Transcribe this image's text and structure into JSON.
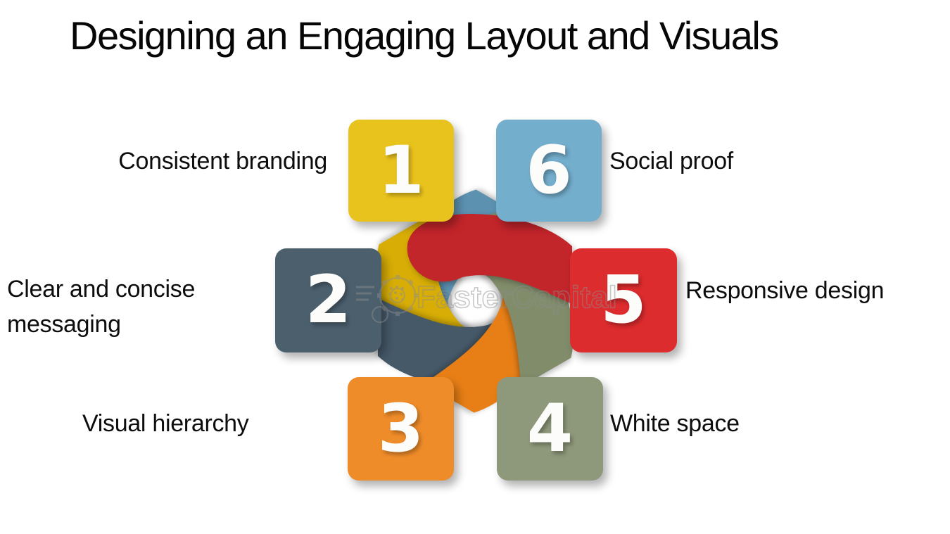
{
  "title": "Designing an Engaging Layout and Visuals",
  "watermark": {
    "brand": "FasterCapital",
    "logo": "gear-icon"
  },
  "colors": {
    "background": "#ffffff",
    "title_text": "#060606",
    "label_text": "#0d0d0d",
    "number_text": "#fcfcfa",
    "watermark_outline": "#8d8d8d"
  },
  "steps": [
    {
      "number": "1",
      "label": "Consistent branding",
      "box_color": "#e9c31d",
      "ribbon_color": "#d7ad06"
    },
    {
      "number": "2",
      "label": "Clear and concise messaging",
      "box_color": "#4b5f6d",
      "ribbon_color": "#465969"
    },
    {
      "number": "3",
      "label": "Visual hierarchy",
      "box_color": "#ef8c2a",
      "ribbon_color": "#e87f16"
    },
    {
      "number": "4",
      "label": "White space",
      "box_color": "#8e987a",
      "ribbon_color": "#818c6a"
    },
    {
      "number": "5",
      "label": "Responsive design",
      "box_color": "#dd2c2e",
      "ribbon_color": "#c2252a"
    },
    {
      "number": "6",
      "label": "Social proof",
      "box_color": "#74aecd",
      "ribbon_color": "#5c91b0"
    }
  ]
}
